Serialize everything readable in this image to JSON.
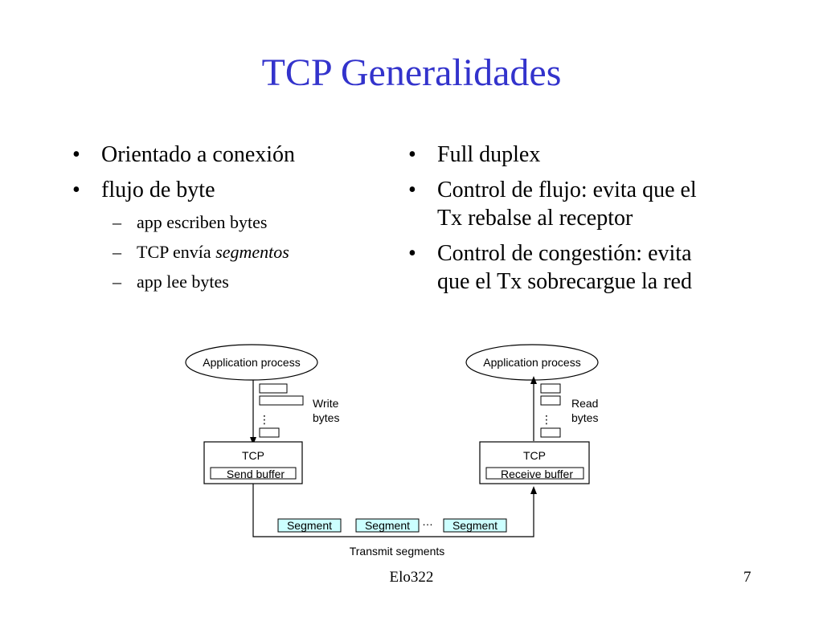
{
  "slide": {
    "title": "TCP Generalidades",
    "left_bullets": [
      {
        "text": "Orientado a conexión"
      },
      {
        "text": "flujo de byte"
      }
    ],
    "left_sub_bullets": [
      {
        "text": "app escriben bytes"
      },
      {
        "text_prefix": "TCP envía ",
        "text_emph": "segmentos"
      },
      {
        "text": "app lee bytes"
      }
    ],
    "right_bullets": [
      {
        "line1": "Full duplex",
        "line2": ""
      },
      {
        "line1": "Control de flujo: evita que el",
        "line2": "Tx rebalse al receptor"
      },
      {
        "line1": "Control de congestión: evita",
        "line2": "que el Tx sobrecargue la red"
      }
    ],
    "footer_center": "Elo322",
    "page_number": "7"
  },
  "diagram": {
    "left_process": "Application process",
    "right_process": "Application process",
    "write_label": [
      "Write",
      "bytes"
    ],
    "read_label": [
      "Read",
      "bytes"
    ],
    "left_tcp": "TCP",
    "right_tcp": "TCP",
    "send_buffer": "Send buffer",
    "receive_buffer": "Receive buffer",
    "segments": [
      "Segment",
      "Segment",
      "Segment"
    ],
    "ellipsis": "…",
    "transmit_label": "Transmit segments",
    "segment_fill": "#ccffff"
  }
}
